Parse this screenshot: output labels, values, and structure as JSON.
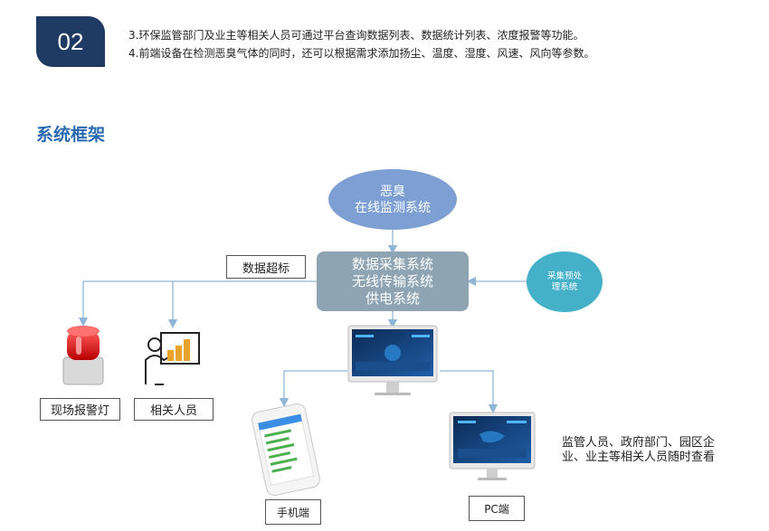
{
  "header": {
    "badge": "02",
    "line3": "3.环保监管部门及业主等相关人员可通过平台查询数据列表、数据统计列表、浓度报警等功能。",
    "line4": "4.前端设备在检测恶臭气体的同时，还可以根据需求添加扬尘、温度、湿度、风速、风向等参数。"
  },
  "section_title": "系统框架",
  "diagram": {
    "top_node": {
      "line1": "恶臭",
      "line2": "在线监测系统"
    },
    "center_node": {
      "line1": "数据采集系统",
      "line2": "无线传输系统",
      "line3": "供电系统"
    },
    "right_node": {
      "line1": "采集预处",
      "line2": "理系统"
    },
    "exceed_label": "数据超标",
    "alarm_label": "现场报警灯",
    "personnel_label": "相关人员",
    "mobile_label": "手机端",
    "pc_label": "PC端",
    "caption_line1": "监管人员、政府部门、园区企",
    "caption_line2": "业、业主等相关人员随时查看"
  },
  "colors": {
    "badge": "#1f3b63",
    "title": "#2a6ab0",
    "top_node": "#7e9fd3",
    "center_node": "#8ea4b2",
    "right_node": "#45b1c9",
    "arrow": "#8fb6d6"
  }
}
